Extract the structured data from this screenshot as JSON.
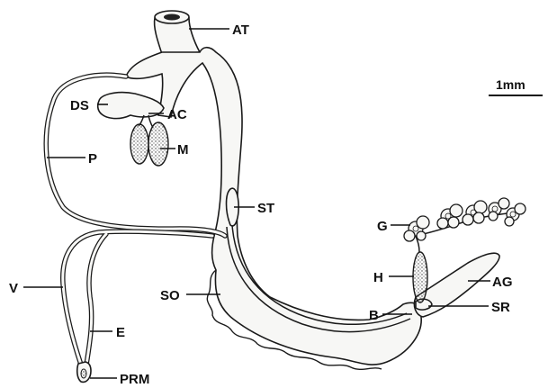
{
  "scale_bar": {
    "label": "1mm"
  },
  "labels": {
    "at": "AT",
    "ds": "DS",
    "ac": "AC",
    "m": "M",
    "p": "P",
    "st": "ST",
    "g": "G",
    "v": "V",
    "so": "SO",
    "h": "H",
    "ag": "AG",
    "sr": "SR",
    "b": "B",
    "e": "E",
    "prm": "PRM"
  }
}
